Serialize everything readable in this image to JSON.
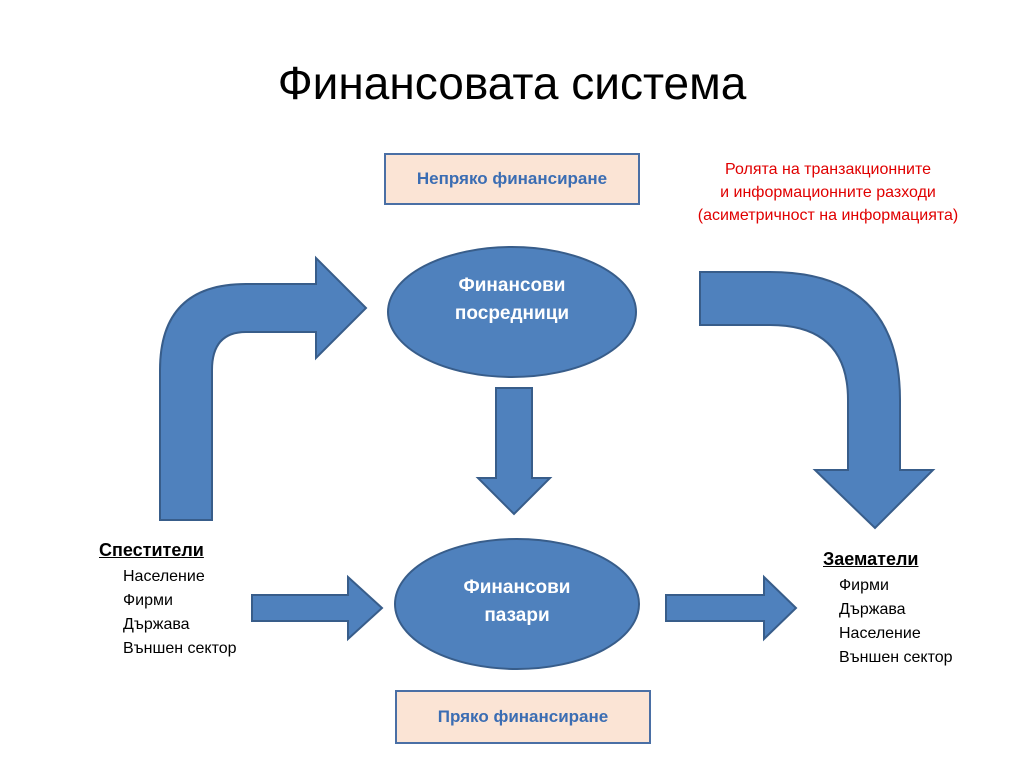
{
  "title": "Финансовата система",
  "indirect_box": {
    "label": "Непряко финансиране"
  },
  "direct_box": {
    "label": "Пряко финансиране"
  },
  "note": {
    "lines": [
      "Ролята на транзакционните",
      "и информационните разходи",
      "(асиметричност на информацията)"
    ]
  },
  "intermediaries": {
    "line1": "Финансови",
    "line2": "посредници"
  },
  "markets": {
    "line1": "Финансови",
    "line2": "пазари"
  },
  "savers": {
    "heading": "Спестители",
    "items": [
      "Население",
      "Фирми",
      "Държава",
      "Външен сектор"
    ]
  },
  "borrowers": {
    "heading": "Заематели",
    "items": [
      "Фирми",
      "Държава",
      "Население",
      "Външен сектор"
    ]
  },
  "colors": {
    "shape_fill": "#4f81bd",
    "shape_stroke": "#385d8a",
    "box_fill": "#fbe4d5",
    "note": "#e00000"
  }
}
